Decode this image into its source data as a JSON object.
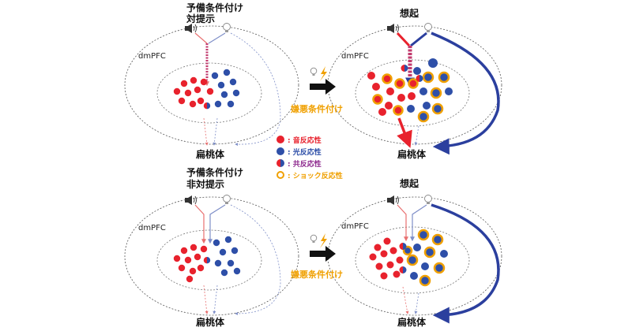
{
  "panels": {
    "top_left": {
      "title_line1": "予備条件付け",
      "title_line2": "対提示",
      "region": "dmPFC",
      "target": "扁桃体"
    },
    "top_right": {
      "title_line1": "想起",
      "region": "dmPFC",
      "target": "扁桃体"
    },
    "bottom_left": {
      "title_line1": "予備条件付け",
      "title_line2": "非対提示",
      "region": "dmPFC",
      "target": "扁桃体"
    },
    "bottom_right": {
      "title_line1": "想起",
      "region": "dmPFC",
      "target": "扁桃体"
    }
  },
  "transition": {
    "label": "嫌悪条件付け"
  },
  "legend": [
    {
      "name": "tone",
      "label": ": 音反応性",
      "color": "#e8222d"
    },
    {
      "name": "light",
      "label": ": 光反応性",
      "color": "#2e4fa8"
    },
    {
      "name": "co",
      "label": ": 共反応性",
      "color": "#8e2a8e"
    },
    {
      "name": "shock",
      "label": ": ショック反応性",
      "color": "#f0a000"
    }
  ],
  "colors": {
    "red": "#e8222d",
    "blue": "#2e4fa8",
    "orange": "#f0a000",
    "dark_blue_arrow": "#2b3f9e"
  },
  "icons": [
    "speaker-icon",
    "lightbulb-icon",
    "lightning-icon",
    "arrow-right-icon"
  ]
}
